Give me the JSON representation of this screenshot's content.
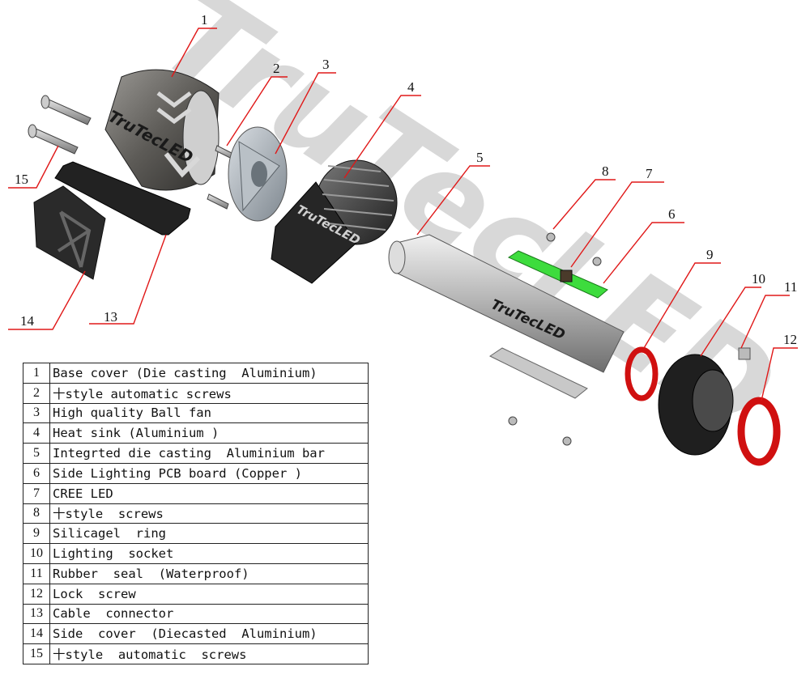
{
  "watermark": "TruTecLED",
  "brand_marks": {
    "base_cover": "TruTecLED",
    "heat_sink": "TruTecLED",
    "bar": "TruTecLED"
  },
  "callouts": [
    {
      "num": "1"
    },
    {
      "num": "2"
    },
    {
      "num": "3"
    },
    {
      "num": "4"
    },
    {
      "num": "5"
    },
    {
      "num": "6"
    },
    {
      "num": "7"
    },
    {
      "num": "8"
    },
    {
      "num": "9"
    },
    {
      "num": "10"
    },
    {
      "num": "11"
    },
    {
      "num": "12"
    },
    {
      "num": "13"
    },
    {
      "num": "14"
    },
    {
      "num": "15"
    }
  ],
  "parts": [
    {
      "num": "1",
      "desc": "Base cover (Die casting  Aluminium)"
    },
    {
      "num": "2",
      "desc": "十style automatic screws"
    },
    {
      "num": "3",
      "desc": "High quality Ball fan"
    },
    {
      "num": "4",
      "desc": "Heat sink (Aluminium )"
    },
    {
      "num": "5",
      "desc": "Integrted die casting  Aluminium bar"
    },
    {
      "num": "6",
      "desc": "Side Lighting PCB board (Copper )"
    },
    {
      "num": "7",
      "desc": "CREE LED"
    },
    {
      "num": "8",
      "desc": "十style  screws"
    },
    {
      "num": "9",
      "desc": "Silicagel  ring"
    },
    {
      "num": "10",
      "desc": "Lighting  socket"
    },
    {
      "num": "11",
      "desc": "Rubber  seal  (Waterproof)"
    },
    {
      "num": "12",
      "desc": "Lock  screw"
    },
    {
      "num": "13",
      "desc": "Cable  connector"
    },
    {
      "num": "14",
      "desc": "Side  cover  (Diecasted  Aluminium)"
    },
    {
      "num": "15",
      "desc": "十style  automatic  screws"
    }
  ],
  "colors": {
    "callout_line": "#e01818",
    "watermark": "#d8d8d8",
    "pcb": "#3ddc3d",
    "ring": "#d01010",
    "metal": "#8a8a8a"
  }
}
